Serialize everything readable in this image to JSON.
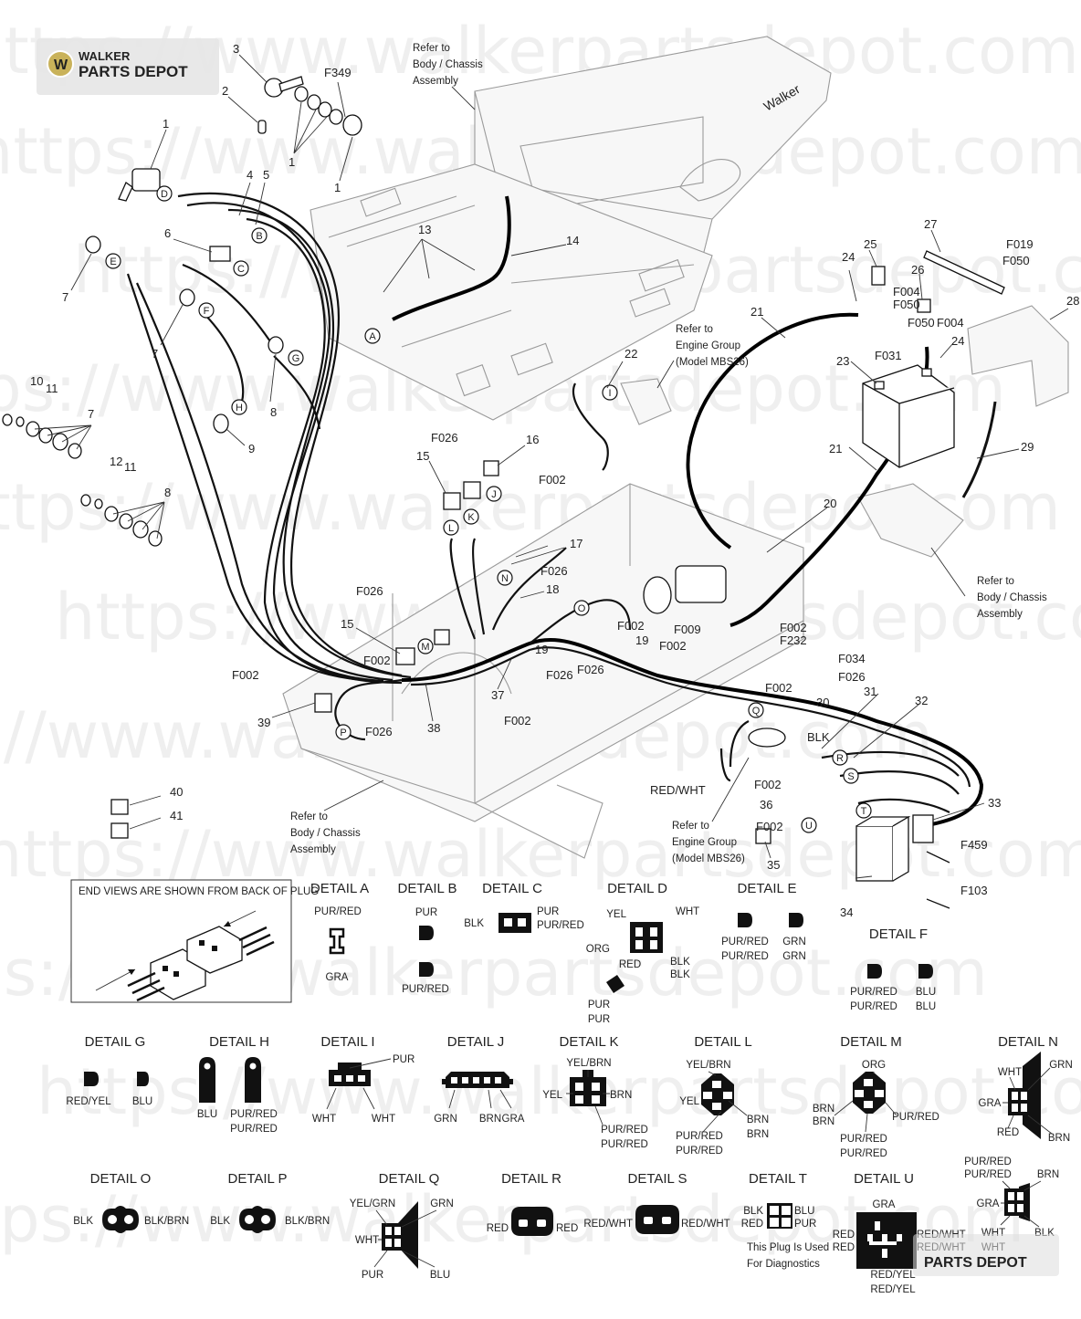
{
  "brand": {
    "name_top": "WALKER",
    "name_bottom": "PARTS DEPOT",
    "watermark_text": "https://www.walkerpartsdepot.com"
  },
  "refs": {
    "body_chassis": "Refer to\nBody / Chassis\nAssembly",
    "engine_group": "Refer to\nEngine Group\n(Model MBS26)"
  },
  "callouts": [
    {
      "id": "c3",
      "text": "3"
    },
    {
      "id": "c2",
      "text": "2"
    },
    {
      "id": "cF349",
      "text": "F349"
    },
    {
      "id": "c1a",
      "text": "1"
    },
    {
      "id": "c1b",
      "text": "1"
    },
    {
      "id": "c1c",
      "text": "1"
    },
    {
      "id": "c4",
      "text": "4"
    },
    {
      "id": "c5",
      "text": "5"
    },
    {
      "id": "c6",
      "text": "6"
    },
    {
      "id": "c7a",
      "text": "7"
    },
    {
      "id": "c7b",
      "text": "7"
    },
    {
      "id": "c7c",
      "text": "7"
    },
    {
      "id": "c10",
      "text": "10"
    },
    {
      "id": "c11a",
      "text": "11"
    },
    {
      "id": "c11b",
      "text": "11"
    },
    {
      "id": "c12",
      "text": "12"
    },
    {
      "id": "c8a",
      "text": "8"
    },
    {
      "id": "c8b",
      "text": "8"
    },
    {
      "id": "c9",
      "text": "9"
    },
    {
      "id": "c13",
      "text": "13"
    },
    {
      "id": "c14",
      "text": "14"
    },
    {
      "id": "c15a",
      "text": "15"
    },
    {
      "id": "c15b",
      "text": "15"
    },
    {
      "id": "c16",
      "text": "16"
    },
    {
      "id": "c17",
      "text": "17"
    },
    {
      "id": "c18",
      "text": "18"
    },
    {
      "id": "c19a",
      "text": "19"
    },
    {
      "id": "c19b",
      "text": "19"
    },
    {
      "id": "c20",
      "text": "20"
    },
    {
      "id": "c21a",
      "text": "21"
    },
    {
      "id": "c21b",
      "text": "21"
    },
    {
      "id": "c22",
      "text": "22"
    },
    {
      "id": "c23",
      "text": "23"
    },
    {
      "id": "c24a",
      "text": "24"
    },
    {
      "id": "c24b",
      "text": "24"
    },
    {
      "id": "c25",
      "text": "25"
    },
    {
      "id": "c26",
      "text": "26"
    },
    {
      "id": "c27",
      "text": "27"
    },
    {
      "id": "c28",
      "text": "28"
    },
    {
      "id": "c29",
      "text": "29"
    },
    {
      "id": "c30",
      "text": "30"
    },
    {
      "id": "c31",
      "text": "31"
    },
    {
      "id": "c32",
      "text": "32"
    },
    {
      "id": "c33",
      "text": "33"
    },
    {
      "id": "c34",
      "text": "34"
    },
    {
      "id": "c35",
      "text": "35"
    },
    {
      "id": "c36",
      "text": "36"
    },
    {
      "id": "c37",
      "text": "37"
    },
    {
      "id": "c38",
      "text": "38"
    },
    {
      "id": "c39",
      "text": "39"
    },
    {
      "id": "c40",
      "text": "40"
    },
    {
      "id": "c41",
      "text": "41"
    },
    {
      "id": "cF019",
      "text": "F019"
    },
    {
      "id": "cF050a",
      "text": "F050"
    },
    {
      "id": "cF050b",
      "text": "F050"
    },
    {
      "id": "cF050c",
      "text": "F050"
    },
    {
      "id": "cF004a",
      "text": "F004"
    },
    {
      "id": "cF004b",
      "text": "F004"
    },
    {
      "id": "cF031",
      "text": "F031"
    },
    {
      "id": "cF026a",
      "text": "F026"
    },
    {
      "id": "cF026b",
      "text": "F026"
    },
    {
      "id": "cF026c",
      "text": "F026"
    },
    {
      "id": "cF026d",
      "text": "F026"
    },
    {
      "id": "cF026e",
      "text": "F026"
    },
    {
      "id": "cF026f",
      "text": "F026"
    },
    {
      "id": "cF026g",
      "text": "F026"
    },
    {
      "id": "cF002a",
      "text": "F002"
    },
    {
      "id": "cF002b",
      "text": "F002"
    },
    {
      "id": "cF002c",
      "text": "F002"
    },
    {
      "id": "cF002d",
      "text": "F002"
    },
    {
      "id": "cF002e",
      "text": "F002"
    },
    {
      "id": "cF002f",
      "text": "F002"
    },
    {
      "id": "cF002g",
      "text": "F002"
    },
    {
      "id": "cF002h",
      "text": "F002"
    },
    {
      "id": "cF002i",
      "text": "F002"
    },
    {
      "id": "cF002j",
      "text": "F002"
    },
    {
      "id": "cF009",
      "text": "F009"
    },
    {
      "id": "cF232",
      "text": "F232"
    },
    {
      "id": "cF034",
      "text": "F034"
    },
    {
      "id": "cF459",
      "text": "F459"
    },
    {
      "id": "cF103",
      "text": "F103"
    },
    {
      "id": "wBLK",
      "text": "BLK"
    },
    {
      "id": "wREDWHT",
      "text": "RED/WHT"
    }
  ],
  "letters": [
    "A",
    "B",
    "C",
    "D",
    "E",
    "F",
    "G",
    "H",
    "I",
    "J",
    "K",
    "L",
    "M",
    "N",
    "O",
    "P",
    "Q",
    "R",
    "S",
    "T",
    "U"
  ],
  "end_views_note": "END VIEWS ARE SHOWN FROM BACK OF PLUG",
  "details": [
    {
      "id": "A",
      "title": "DETAIL A",
      "labels": [
        "PUR/RED",
        "GRA"
      ]
    },
    {
      "id": "B",
      "title": "DETAIL B",
      "labels": [
        "PUR",
        "PUR/RED"
      ]
    },
    {
      "id": "C",
      "title": "DETAIL C",
      "labels": [
        "BLK",
        "PUR",
        "PUR/RED"
      ]
    },
    {
      "id": "D",
      "title": "DETAIL D",
      "labels": [
        "YEL",
        "WHT",
        "ORG",
        "RED",
        "BLK",
        "BLK",
        "PUR",
        "PUR"
      ]
    },
    {
      "id": "E",
      "title": "DETAIL E",
      "labels": [
        "PUR/RED",
        "PUR/RED",
        "GRN",
        "GRN"
      ]
    },
    {
      "id": "F",
      "title": "DETAIL F",
      "labels": [
        "PUR/RED",
        "PUR/RED",
        "BLU",
        "BLU"
      ]
    },
    {
      "id": "G",
      "title": "DETAIL G",
      "labels": [
        "RED/YEL",
        "BLU"
      ]
    },
    {
      "id": "H",
      "title": "DETAIL H",
      "labels": [
        "BLU",
        "PUR/RED",
        "PUR/RED"
      ]
    },
    {
      "id": "I",
      "title": "DETAIL I",
      "labels": [
        "PUR",
        "WHT",
        "WHT"
      ]
    },
    {
      "id": "J",
      "title": "DETAIL J",
      "labels": [
        "GRN",
        "BRN",
        "GRA"
      ]
    },
    {
      "id": "K",
      "title": "DETAIL K",
      "labels": [
        "YEL/BRN",
        "YEL",
        "BRN",
        "PUR/RED",
        "PUR/RED"
      ]
    },
    {
      "id": "L",
      "title": "DETAIL L",
      "labels": [
        "YEL/BRN",
        "YEL",
        "BRN",
        "BRN",
        "PUR/RED",
        "PUR/RED"
      ]
    },
    {
      "id": "M",
      "title": "DETAIL M",
      "labels": [
        "ORG",
        "BRN",
        "BRN",
        "PUR/RED",
        "PUR/RED",
        "PUR/RED"
      ]
    },
    {
      "id": "N",
      "title": "DETAIL N",
      "labels": [
        "WHT",
        "GRN",
        "GRA",
        "RED",
        "BRN"
      ]
    },
    {
      "id": "N2",
      "title": "",
      "labels": [
        "PUR/RED",
        "PUR/RED",
        "BRN",
        "GRA",
        "WHT",
        "WHT",
        "BLK"
      ]
    },
    {
      "id": "O",
      "title": "DETAIL O",
      "labels": [
        "BLK",
        "BLK/BRN"
      ]
    },
    {
      "id": "P",
      "title": "DETAIL P",
      "labels": [
        "BLK",
        "BLK/BRN"
      ]
    },
    {
      "id": "Q",
      "title": "DETAIL Q",
      "labels": [
        "YEL/GRN",
        "GRN",
        "WHT",
        "PUR",
        "BLU"
      ]
    },
    {
      "id": "R",
      "title": "DETAIL R",
      "labels": [
        "RED",
        "RED"
      ]
    },
    {
      "id": "S",
      "title": "DETAIL S",
      "labels": [
        "RED/WHT",
        "RED/WHT"
      ]
    },
    {
      "id": "T",
      "title": "DETAIL T",
      "labels": [
        "BLK",
        "RED",
        "BLU",
        "PUR"
      ],
      "note": "This Plug Is Used\nFor Diagnostics"
    },
    {
      "id": "U",
      "title": "DETAIL U",
      "labels": [
        "GRA",
        "RED",
        "RED",
        "RED/WHT",
        "RED/WHT",
        "RED/YEL",
        "RED/YEL"
      ]
    }
  ],
  "machine_logo": "Walker"
}
